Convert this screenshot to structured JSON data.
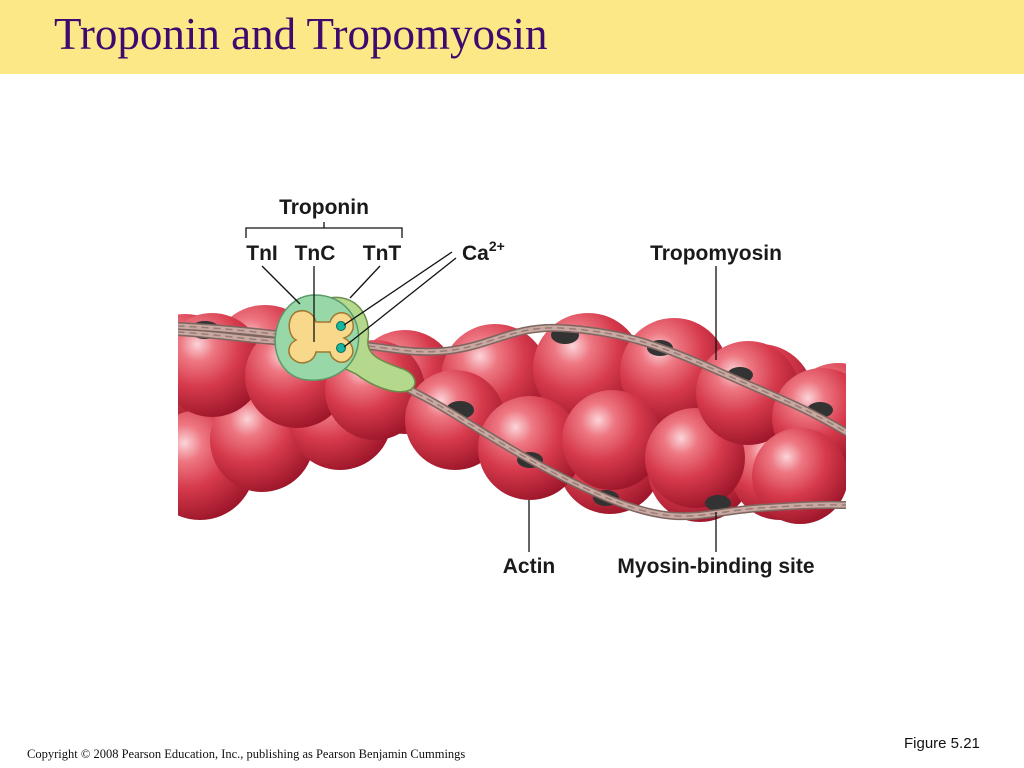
{
  "slide": {
    "title": "Troponin and Tropomyosin",
    "figure_label": "Figure 5.21",
    "copyright": "Copyright © 2008 Pearson Education, Inc., publishing as Pearson Benjamin Cummings"
  },
  "diagram": {
    "labels": {
      "troponin": "Troponin",
      "tni": "TnI",
      "tnc": "TnC",
      "tnt": "TnT",
      "calcium": "Ca",
      "calcium_charge": "2+",
      "tropomyosin": "Tropomyosin",
      "actin": "Actin",
      "myosin_binding_site": "Myosin-binding site"
    },
    "colors": {
      "title_bar": "#fde887",
      "title_text": "#3d0a6e",
      "actin": "#d63a4c",
      "tropomyosin": "#b99a92",
      "troponin_tni": "#98d8a8",
      "troponin_tnt": "#b4d88c",
      "troponin_tnc": "#f8d88a",
      "calcium": "#17b6a0",
      "binding_site": "#333333"
    }
  }
}
